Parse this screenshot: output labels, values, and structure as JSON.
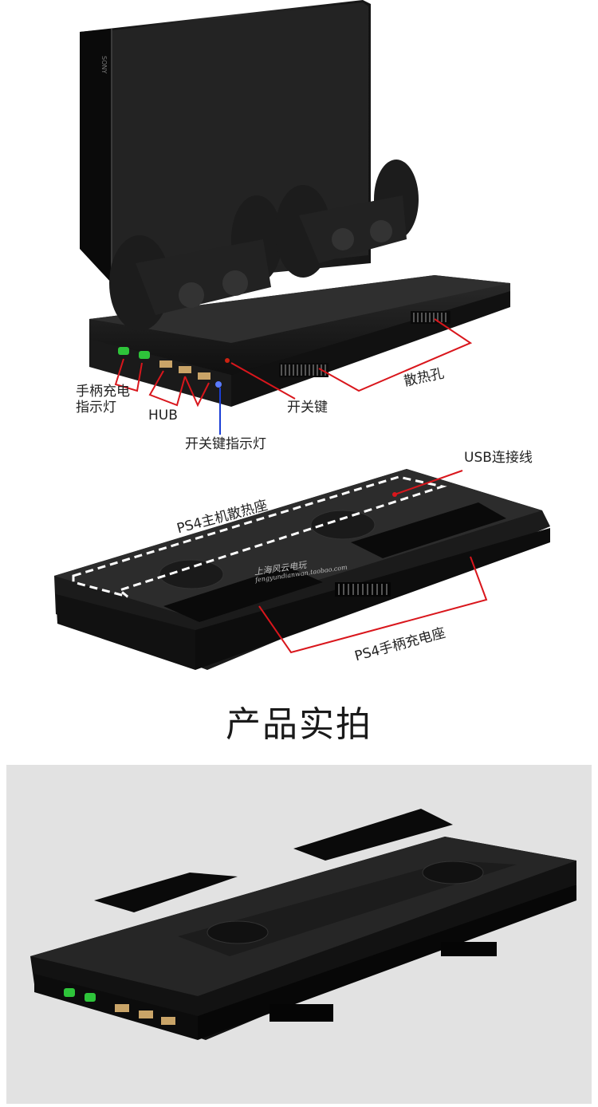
{
  "section1": {
    "labels": {
      "controller_light_line1": "手柄充电",
      "controller_light_line2": "指示灯",
      "hub": "HUB",
      "power_key": "开关键",
      "vents": "散热孔",
      "power_key_light": "开关键指示灯"
    },
    "brand_on_console": "SONY"
  },
  "section2": {
    "labels": {
      "usb_cable": "USB连接线",
      "main_cooling_base": "PS4主机散热座",
      "controller_dock": "PS4手柄充电座"
    },
    "watermark_line1": "上海风云电玩",
    "watermark_line2": "fengyundianwan.taobao.com"
  },
  "section3": {
    "title": "产品实拍"
  },
  "colors": {
    "callout_red": "#d9161c",
    "callout_blue": "#1b3fd6",
    "led_green": "#2ec43a",
    "device_black": "#141414"
  }
}
